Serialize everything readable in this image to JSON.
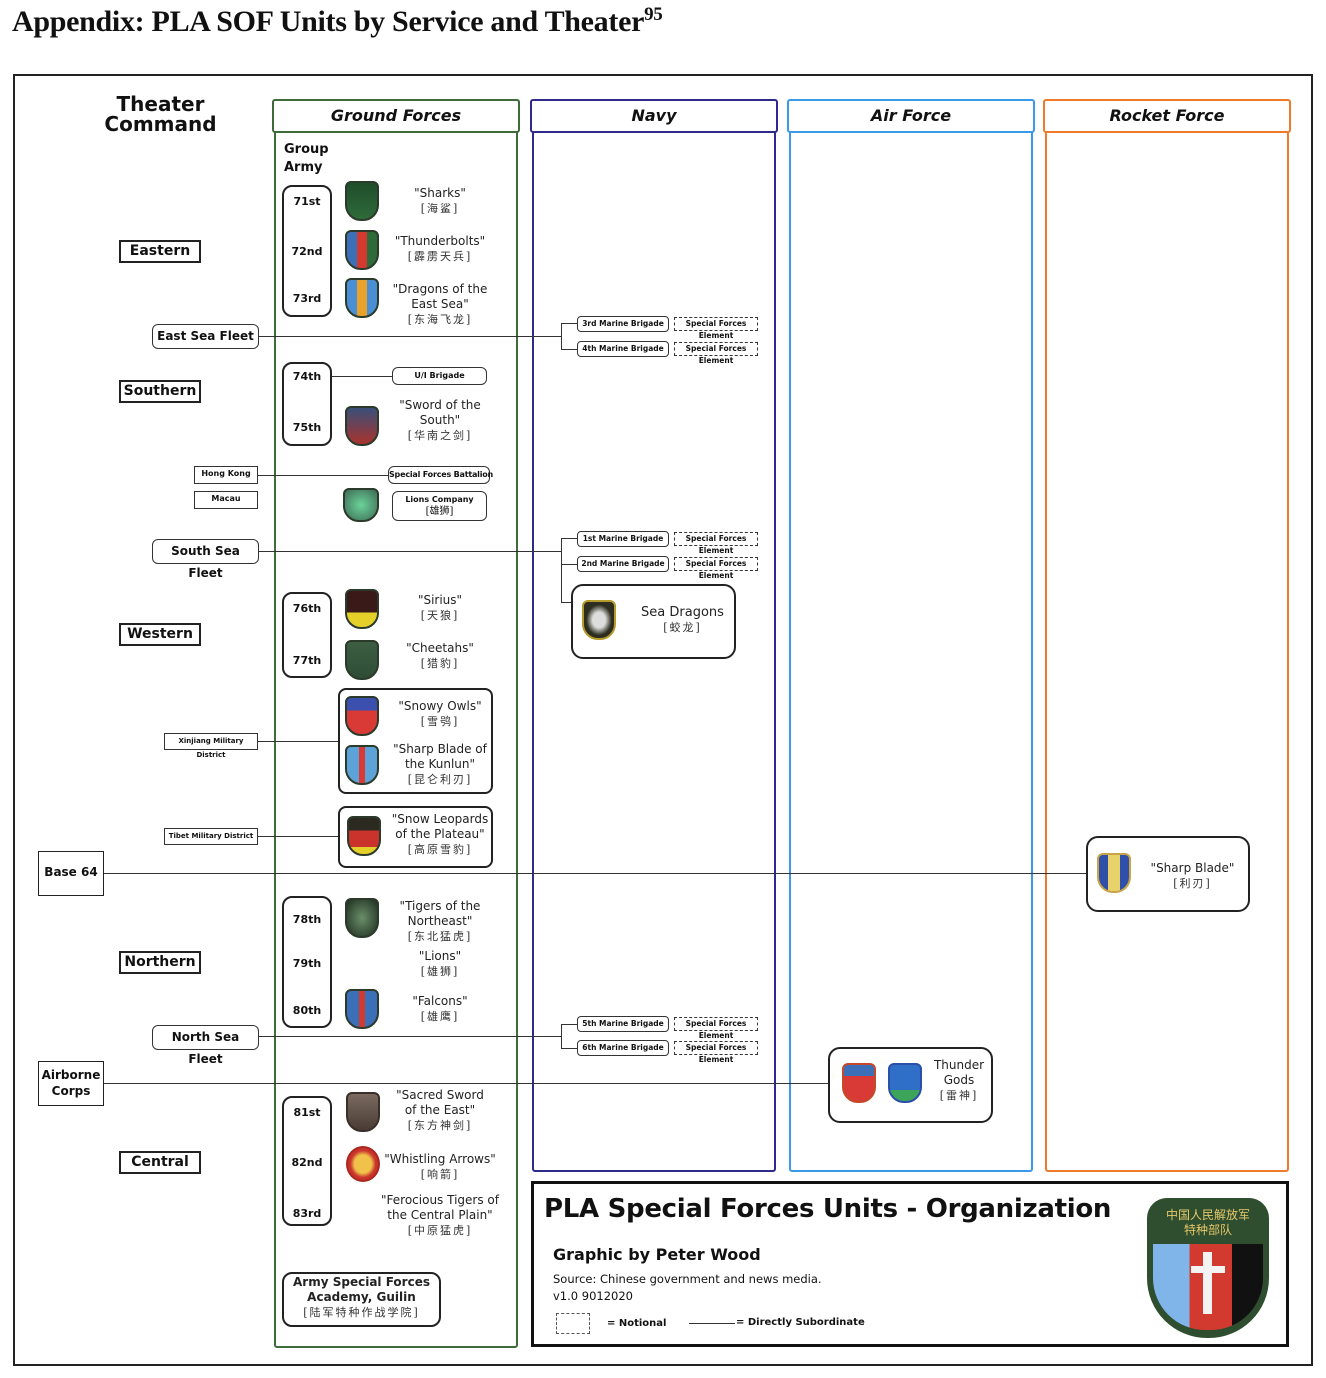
{
  "page": {
    "title": "Appendix: PLA SOF Units by Service and Theater",
    "footnote": "95"
  },
  "header": {
    "theater_command": "Theater Command",
    "columns": [
      {
        "label": "Ground Forces",
        "color": "#3f6b3a"
      },
      {
        "label": "Navy",
        "color": "#2e2a8c"
      },
      {
        "label": "Air Force",
        "color": "#3b9ae8"
      },
      {
        "label": "Rocket Force",
        "color": "#ee7a2a"
      }
    ]
  },
  "ground": {
    "group_army_label": "Group Army",
    "eastern": {
      "armies": [
        "71st",
        "72nd",
        "73rd"
      ],
      "units": [
        {
          "name": "\"Sharks\"",
          "zh": "[海鲨]"
        },
        {
          "name": "\"Thunderbolts\"",
          "zh": "[霹雳天兵]"
        },
        {
          "name": "\"Dragons of the East Sea\"",
          "zh": "[东海飞龙]"
        }
      ]
    },
    "southern": {
      "armies": [
        "74th",
        "75th"
      ],
      "ui_brigade": "U/I Brigade",
      "unit": {
        "name": "\"Sword of the South\"",
        "zh": "[华南之剑]"
      },
      "sf_battalion": "Special Forces Battalion",
      "lions_company": {
        "name": "Lions Company",
        "zh": "[雄狮]"
      }
    },
    "western": {
      "armies": [
        "76th",
        "77th"
      ],
      "units": [
        {
          "name": "\"Sirius\"",
          "zh": "[天狼]"
        },
        {
          "name": "\"Cheetahs\"",
          "zh": "[猎豹]"
        }
      ],
      "xinjiang_units": [
        {
          "name": "\"Snowy Owls\"",
          "zh": "[雪鸮]"
        },
        {
          "name": "\"Sharp Blade of the Kunlun\"",
          "zh": "[昆仑利刃]"
        }
      ],
      "tibet_unit": {
        "name": "\"Snow Leopards of the Plateau\"",
        "zh": "[高原雪豹]"
      }
    },
    "northern": {
      "armies": [
        "78th",
        "79th",
        "80th"
      ],
      "units": [
        {
          "name": "\"Tigers of the Northeast\"",
          "zh": "[东北猛虎]"
        },
        {
          "name": "\"Lions\"",
          "zh": "[雄狮]"
        },
        {
          "name": "\"Falcons\"",
          "zh": "[雄鹰]"
        }
      ]
    },
    "central": {
      "armies": [
        "81st",
        "82nd",
        "83rd"
      ],
      "units": [
        {
          "name": "\"Sacred Sword of the East\"",
          "zh": "[东方神剑]"
        },
        {
          "name": "\"Whistling Arrows\"",
          "zh": "[响箭]"
        },
        {
          "name": "\"Ferocious Tigers of the Central Plain\"",
          "zh": "[中原猛虎]"
        }
      ]
    },
    "academy": {
      "name": "Army Special Forces Academy, Guilin",
      "zh": "[陆军特种作战学院]"
    }
  },
  "theaters": {
    "eastern": "Eastern",
    "southern": "Southern",
    "western": "Western",
    "northern": "Northern",
    "central": "Central"
  },
  "side_nodes": {
    "east_sea_fleet": "East Sea Fleet",
    "south_sea_fleet": "South Sea Fleet",
    "north_sea_fleet": "North Sea Fleet",
    "hong_kong": "Hong Kong",
    "macau": "Macau",
    "xinjiang": "Xinjiang Military District",
    "tibet": "Tibet Military District",
    "base64": "Base 64",
    "airborne": "Airborne Corps"
  },
  "navy": {
    "sfe_label": "Special Forces Element",
    "east_brigades": [
      "3rd Marine Brigade",
      "4th Marine Brigade"
    ],
    "south_brigades": [
      "1st Marine Brigade",
      "2nd Marine Brigade"
    ],
    "north_brigades": [
      "5th Marine Brigade",
      "6th Marine Brigade"
    ],
    "sea_dragons": {
      "name": "Sea Dragons",
      "zh": "[蛟龙]"
    }
  },
  "air_force": {
    "thunder_gods": {
      "name": "Thunder Gods",
      "zh": "[雷神]"
    }
  },
  "rocket_force": {
    "sharp_blade": {
      "name": "\"Sharp Blade\"",
      "zh": "[利刃]"
    }
  },
  "legend": {
    "title": "PLA Special Forces Units - Organization",
    "author": "Graphic by Peter Wood",
    "source": "Source: Chinese government and news media.",
    "version": "v1.0 9012020",
    "notional": "= Notional",
    "subordinate": "= Directly Subordinate",
    "emblem_text_1": "中国人民解放军",
    "emblem_text_2": "特种部队"
  }
}
